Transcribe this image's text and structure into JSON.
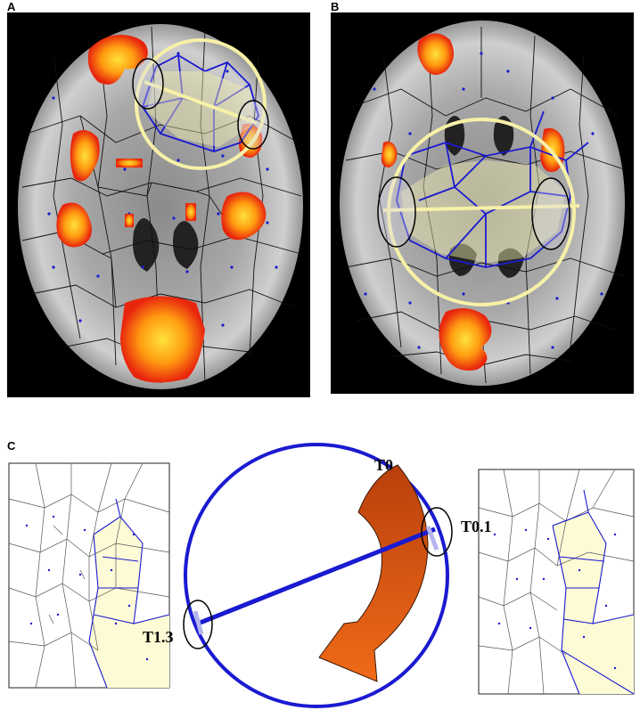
{
  "panels": {
    "a": {
      "label": "A"
    },
    "b": {
      "label": "B"
    },
    "c": {
      "label": "C"
    }
  },
  "diagram": {
    "t0": "T0",
    "t01": "T0.1",
    "t13": "T1.3"
  },
  "colors": {
    "network_edge": "#1a1ad0",
    "overlay_circle": "#f7f1a8",
    "activation_outer": "#e82b10",
    "activation_inner": "#ffd21a",
    "arrow_fill": "#cc4a10",
    "cell_highlight": "#fdfbd6"
  }
}
